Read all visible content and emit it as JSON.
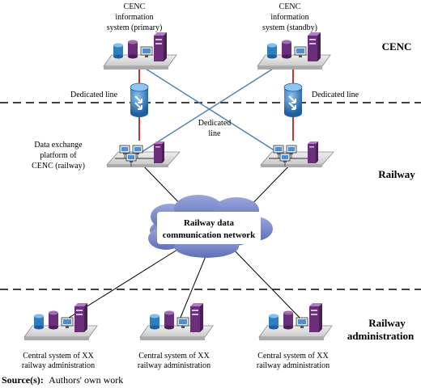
{
  "zones": {
    "cenc": "CENC",
    "railway": "Railway",
    "admin_line1": "Railway",
    "admin_line2": "administration"
  },
  "nodes": {
    "primary": [
      "CENC",
      "information",
      "system (primary)"
    ],
    "standby": [
      "CENC",
      "information",
      "system (standby)"
    ],
    "exchange": [
      "Data exchange",
      "platform of",
      "CENC (railway)"
    ],
    "network": [
      "Railway data",
      "communication network"
    ],
    "admin_a": [
      "Central system of XX",
      "railway administration"
    ],
    "admin_b": [
      "Central system of XX",
      "railway administration"
    ],
    "admin_c": [
      "Central system of XX",
      "railway administration"
    ]
  },
  "links": {
    "dedicated_left": "Dedicated line",
    "dedicated_right": "Dedicated line",
    "dedicated_center_1": "Dedicated",
    "dedicated_center_2": "line"
  },
  "source": {
    "label": "Source(s):",
    "text": "Authors' own work"
  },
  "colors": {
    "divider": "#000000",
    "cross_link": "#4f7fb3",
    "dedicated_link": "#c0392b",
    "cloud_fill": "#7f8fcf",
    "router_fill": "#3a7fc0",
    "server_purple": "#6b2f7a"
  }
}
